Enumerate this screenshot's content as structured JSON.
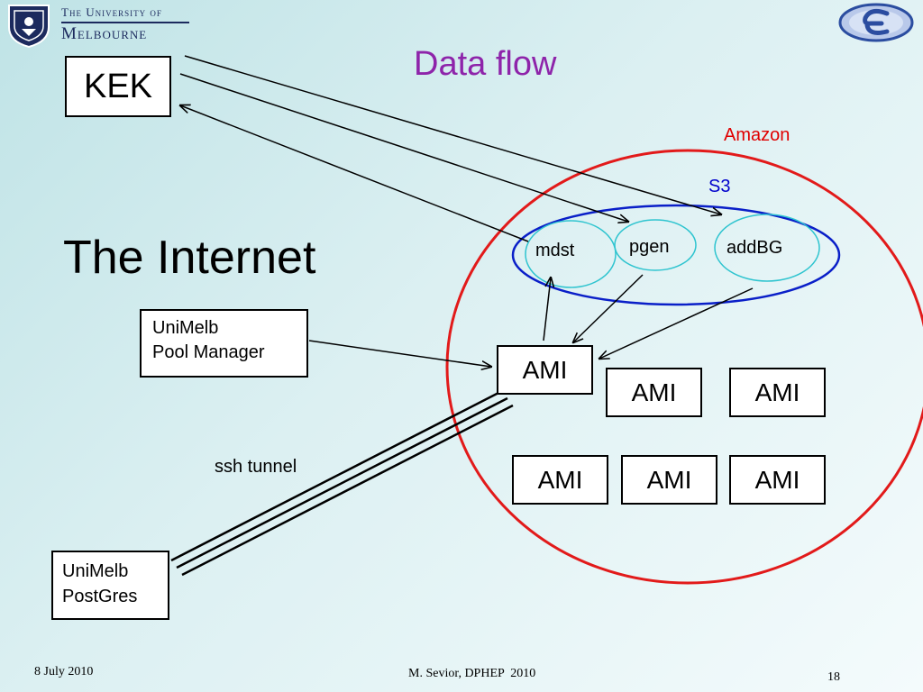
{
  "slide": {
    "title": "Data flow",
    "internet_label": "The Internet",
    "footer_date": "8 July 2010",
    "footer_author": "M. Sevior, DPHEP  2010",
    "slide_number": "18"
  },
  "logo": {
    "university_line1": "The University of",
    "university_line2": "Melbourne"
  },
  "nodes": {
    "kek": "KEK",
    "amazon": "Amazon",
    "s3": "S3",
    "mdst": "mdst",
    "pgen": "pgen",
    "addbg": "addBG",
    "pool_manager_line1": "UniMelb",
    "pool_manager_line2": "Pool Manager",
    "postgres_line1": "UniMelb",
    "postgres_line2": "PostGres",
    "ssh_tunnel": "ssh tunnel",
    "ami": [
      "AMI",
      "AMI",
      "AMI",
      "AMI",
      "AMI",
      "AMI"
    ]
  },
  "colors": {
    "title": "#8e24aa",
    "amazon": "#e00000",
    "s3": "#0000cc",
    "bucket_outline": "#2ec4cf"
  }
}
